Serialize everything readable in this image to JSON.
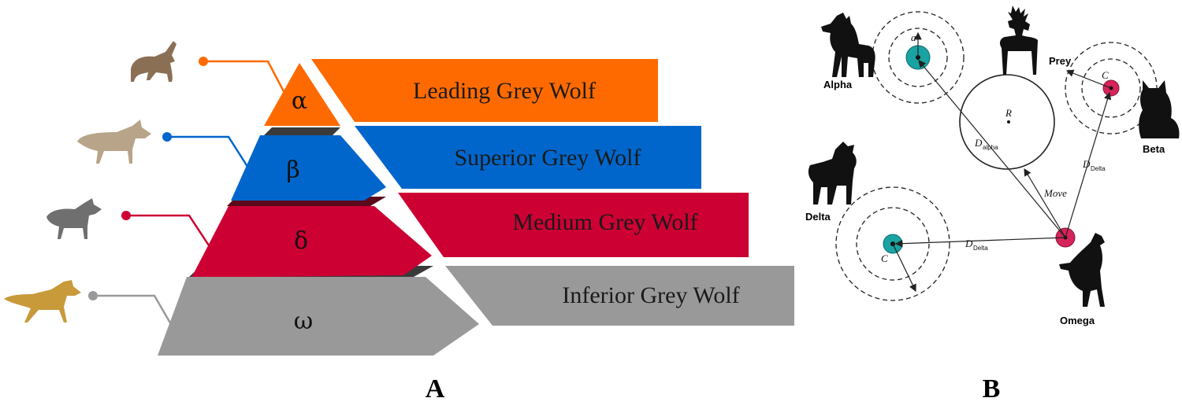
{
  "panel_a": {
    "letter": "A",
    "tiers": [
      {
        "symbol": "α",
        "label": "Leading Grey Wolf",
        "color": "#ff6a00"
      },
      {
        "symbol": "β",
        "label": "Superior Grey Wolf",
        "color": "#0066cc"
      },
      {
        "symbol": "δ",
        "label": "Medium Grey Wolf",
        "color": "#cc0033"
      },
      {
        "symbol": "ω",
        "label": "Inferior Grey Wolf",
        "color": "#999999"
      }
    ]
  },
  "panel_b": {
    "letter": "B",
    "alpha": "Alpha",
    "beta": "Beta",
    "delta": "Delta",
    "omega": "Omega",
    "prey": "Prey",
    "r": "R",
    "a": "a",
    "c1": "C",
    "c2": "C",
    "move": "Move",
    "d": "D",
    "d_alpha_sub": "alpha",
    "d_delta_sub": "Delta",
    "d_delta2_sub": "Delta",
    "colors": {
      "teal": "#1aa3a3",
      "pink": "#d6245a"
    }
  }
}
